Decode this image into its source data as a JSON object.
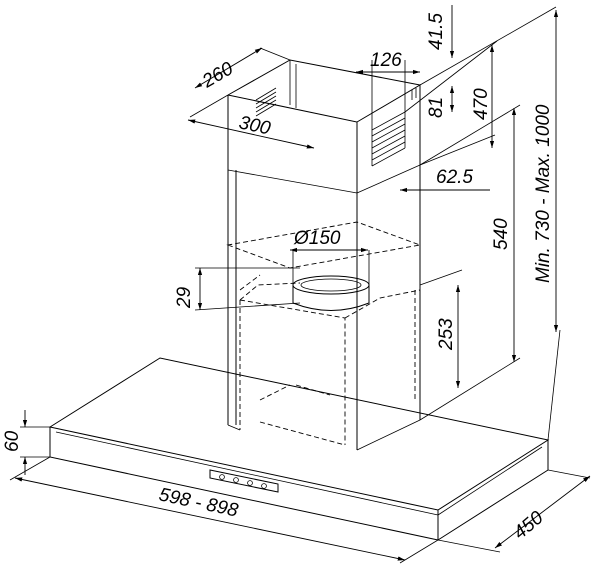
{
  "drawing": {
    "dimensions": {
      "chimney_depth": "260",
      "chimney_width": "300",
      "vent_width": "126",
      "top_gap": "41.5",
      "vent_height": "81",
      "upper_chimney_height": "470",
      "total_height": "Min. 730 - Max. 1000",
      "vent_offset": "62.5",
      "outlet_diameter": "Ø150",
      "collar_height": "29",
      "lower_chimney_height": "540",
      "motor_box_height": "253",
      "canopy_height": "60",
      "canopy_width": "598 - 898",
      "canopy_depth": "450"
    }
  }
}
